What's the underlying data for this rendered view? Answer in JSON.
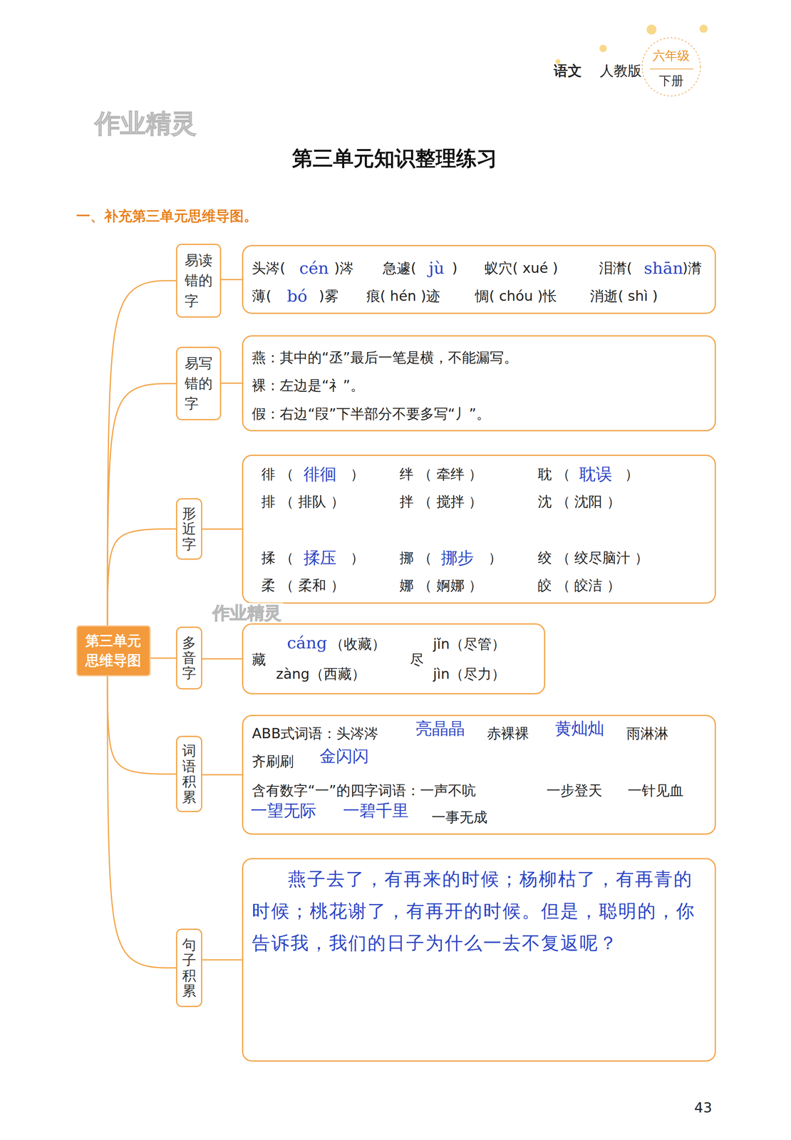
{
  "diagram": {
    "title": "第三单元知识整理练习",
    "nodes": [
      {
        "text": [
          "第三单元 思维导图"
        ]
      },
      {
        "text": [
          "易读错的字"
        ]
      },
      {
        "text": [
          "头涔(",
          "cén",
          ")涔",
          "急遽(",
          "jù",
          ")",
          "蚁穴( xué )",
          "泪潸(",
          "shān",
          ")潸",
          "薄(",
          "bó",
          ")雾",
          "痕( hén )迹",
          "惆( chóu )怅",
          "消逝( shì )"
        ]
      },
      {
        "text": [
          "易写错的字"
        ]
      },
      {
        "text": [
          "燕：其中的“丞”最后一笔是横，不能漏写。",
          "裸：左边是“礻”。",
          "假：右边“叚”下半部分不要多写“丿”。"
        ]
      },
      {
        "text": [
          "形近字"
        ]
      },
      {
        "text": [
          "徘 （",
          "徘徊",
          "）",
          "排 （ 排队 ）",
          "绊 （ 牵绊 ）",
          "拌 （ 搅拌 ）",
          "耽 （",
          "耽误",
          "）",
          "沈 （ 沈阳 ）",
          "揉 （",
          "揉压",
          "）",
          "柔 （ 柔和 ）",
          "挪 （",
          "挪步",
          "）",
          "娜 （ 婀娜 ）",
          "绞 （ 绞尽脑汁 ）",
          "皎 （ 皎洁 ）"
        ]
      },
      {
        "text": [
          "多音字"
        ]
      },
      {
        "text": [
          "藏",
          "cáng",
          "（收藏）",
          "zàng（西藏）",
          "尽",
          "jǐn（尽管）",
          "jìn（尽力）"
        ]
      },
      {
        "text": [
          "词语积累"
        ]
      },
      {
        "text": [
          "ABB式词语：头涔涔",
          "亮晶晶",
          "赤裸裸",
          "黄灿灿",
          "雨淋淋",
          "齐刷刷",
          "金闪闪",
          "含有数字“一”的四字词语：一声不吭",
          "一步登天",
          "一针见血",
          "一望无际",
          "一碧千里",
          "一事无成"
        ]
      },
      {
        "text": [
          "句子积累"
        ]
      },
      {
        "text": [
          "燕子去了，有再来的时候；杨柳枯了，有再青的时候；桃花谢了，有再开的时候。但是，聪明的，你告诉我，我们的日子为什么一去不复返呢？"
        ]
      }
    ],
    "edges": [
      {
        "from": 0,
        "to": 1,
        "arrow": "none"
      },
      {
        "from": 0,
        "to": 3,
        "arrow": "none"
      },
      {
        "from": 0,
        "to": 5,
        "arrow": "none"
      },
      {
        "from": 0,
        "to": 7,
        "arrow": "none"
      },
      {
        "from": 0,
        "to": 9,
        "arrow": "none"
      },
      {
        "from": 0,
        "to": 11,
        "arrow": "none"
      },
      {
        "from": 1,
        "to": 2,
        "arrow": "none"
      },
      {
        "from": 3,
        "to": 4,
        "arrow": "none"
      },
      {
        "from": 5,
        "to": 6,
        "arrow": "none"
      },
      {
        "from": 7,
        "to": 8,
        "arrow": "none"
      },
      {
        "from": 9,
        "to": 10,
        "arrow": "none"
      },
      {
        "from": 11,
        "to": 12,
        "arrow": "none"
      }
    ],
    "labels": [
      "语文",
      "人教版",
      "六年级",
      "下册",
      "作业精灵",
      "一、补充第三单元思维导图。",
      "作业精灵",
      "43"
    ]
  }
}
